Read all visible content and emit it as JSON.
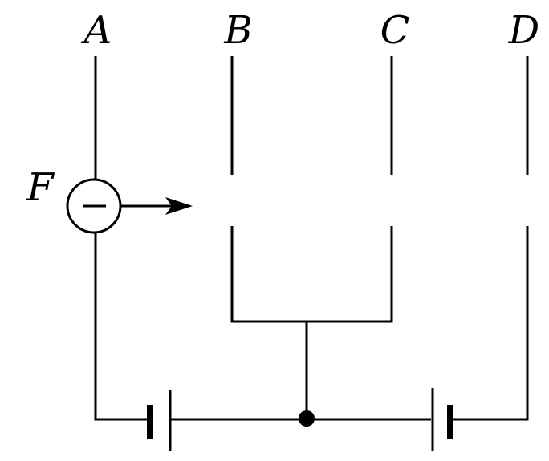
{
  "labels": {
    "plate_a": "A",
    "plate_b": "B",
    "plate_c": "C",
    "plate_d": "D",
    "source": "F"
  },
  "particle": {
    "charge_sign": "negative",
    "motion_direction": "right"
  },
  "colors": {
    "stroke": "#000000",
    "background": "#ffffff"
  }
}
